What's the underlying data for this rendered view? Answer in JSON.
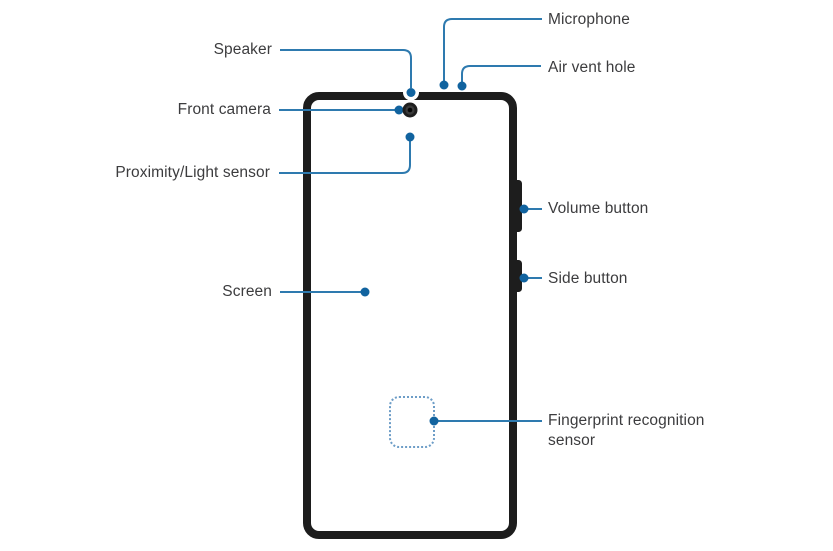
{
  "diagram": {
    "subject": "phone-front-view-parts-diagram",
    "labels": {
      "microphone": "Microphone",
      "air_vent_hole": "Air vent hole",
      "speaker": "Speaker",
      "front_camera": "Front camera",
      "proximity_light_sensor": "Proximity/Light sensor",
      "volume_button": "Volume button",
      "side_button": "Side button",
      "screen": "Screen",
      "fingerprint_sensor": "Fingerprint recognition sensor"
    },
    "colors": {
      "line": "#2e7aaf",
      "dot": "#11639f",
      "body_border": "#1d1d1d",
      "text": "#3c3c3e",
      "fp_border": "#6d9dc7",
      "bg": "#ffffff"
    }
  }
}
